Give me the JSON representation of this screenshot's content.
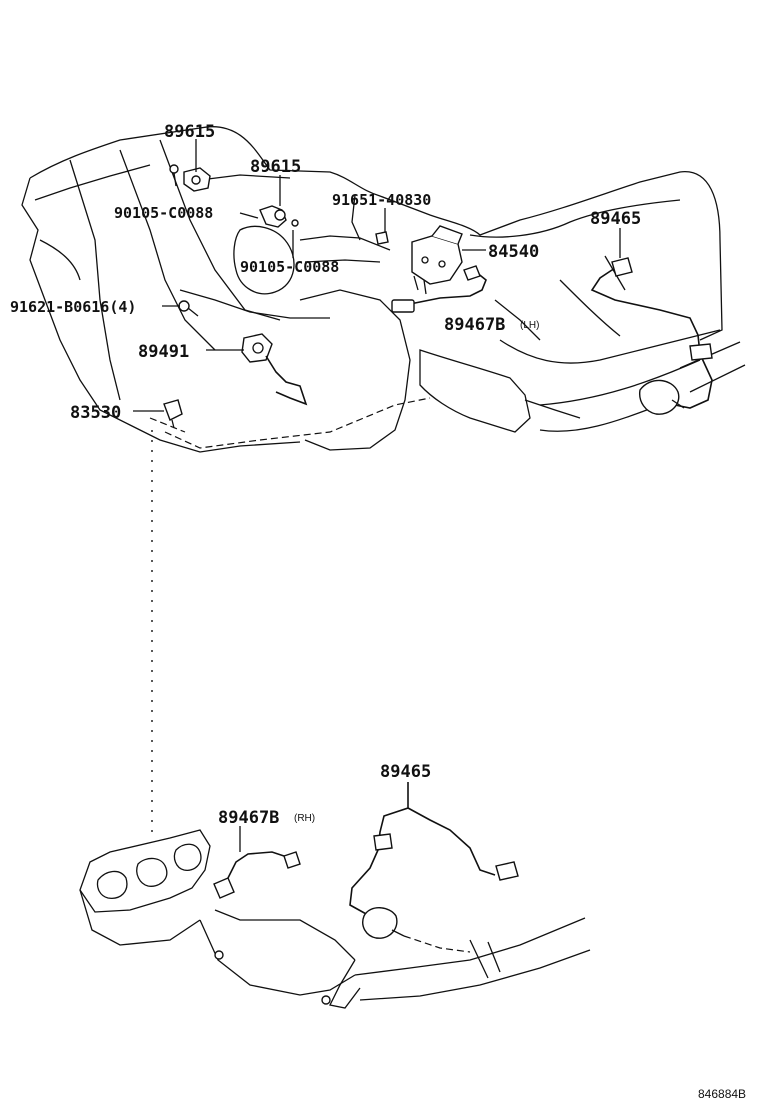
{
  "labels": {
    "p89615_top": "89615",
    "p89615_mid": "89615",
    "p90105_upper": "90105-C0088",
    "p90105_lower": "90105-C0088",
    "p91651": "91651-40830",
    "p89465_top": "89465",
    "p84540": "84540",
    "p91621": "91621-B0616(4)",
    "p89467_lh": "89467B",
    "p89467_lh_side": "(LH)",
    "p89491": "89491",
    "p83530": "83530",
    "p89465_bottom": "89465",
    "p89467_rh": "89467B",
    "p89467_rh_side": "(RH)"
  },
  "diagram_code": "846884B"
}
